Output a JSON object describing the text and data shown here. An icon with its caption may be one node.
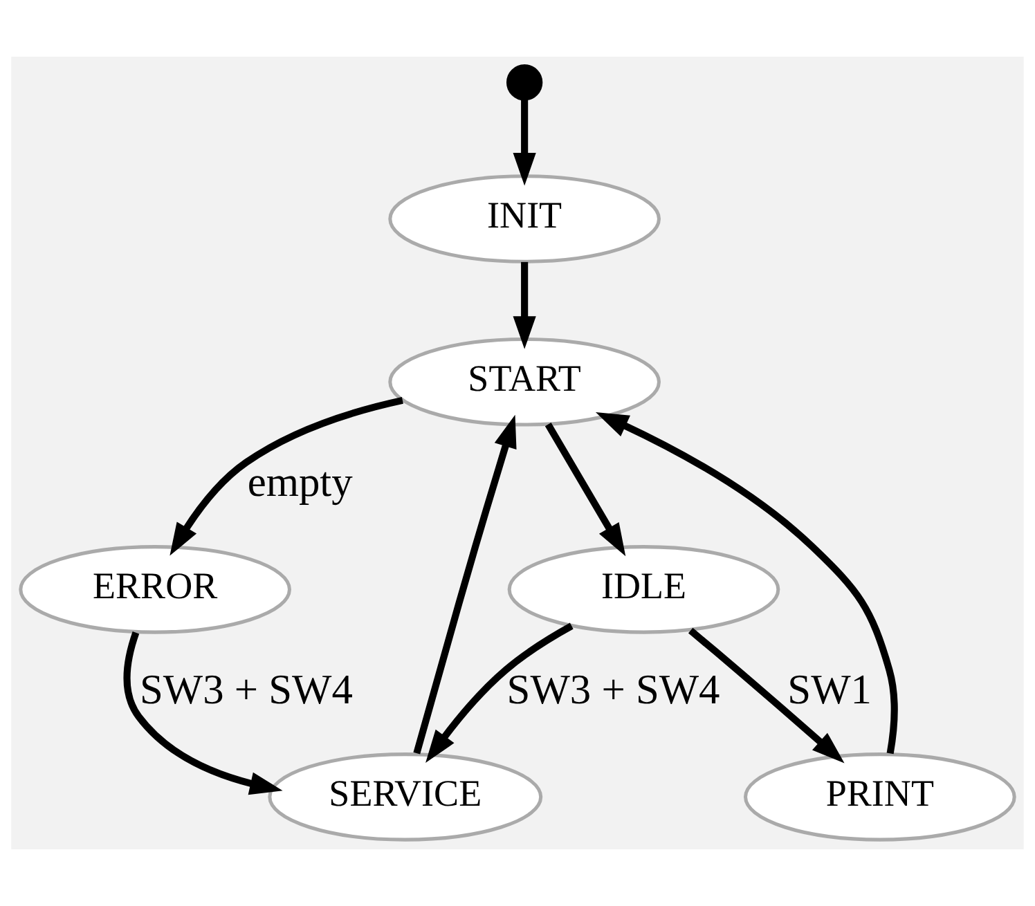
{
  "diagram": {
    "nodes": [
      {
        "text": [],
        "shape": "circle"
      },
      {
        "text": [
          "INIT"
        ]
      },
      {
        "text": [
          "START"
        ]
      },
      {
        "text": [
          "ERROR"
        ]
      },
      {
        "text": [
          "IDLE"
        ]
      },
      {
        "text": [
          "SERVICE"
        ]
      },
      {
        "text": [
          "PRINT"
        ]
      }
    ],
    "edges": [
      {
        "from": 0,
        "to": 1,
        "arrow": "to"
      },
      {
        "from": 1,
        "to": 2,
        "arrow": "to"
      },
      {
        "from": 2,
        "to": 3,
        "arrow": "to",
        "label": "empty"
      },
      {
        "from": 2,
        "to": 4,
        "arrow": "to"
      },
      {
        "from": 3,
        "to": 5,
        "arrow": "to",
        "label": "SW3 + SW4"
      },
      {
        "from": 4,
        "to": 5,
        "arrow": "to",
        "label": "SW3 + SW4"
      },
      {
        "from": 4,
        "to": 6,
        "arrow": "to",
        "label": "SW1"
      },
      {
        "from": 6,
        "to": 2,
        "arrow": "to"
      },
      {
        "from": 5,
        "to": 2,
        "arrow": "to"
      }
    ]
  }
}
